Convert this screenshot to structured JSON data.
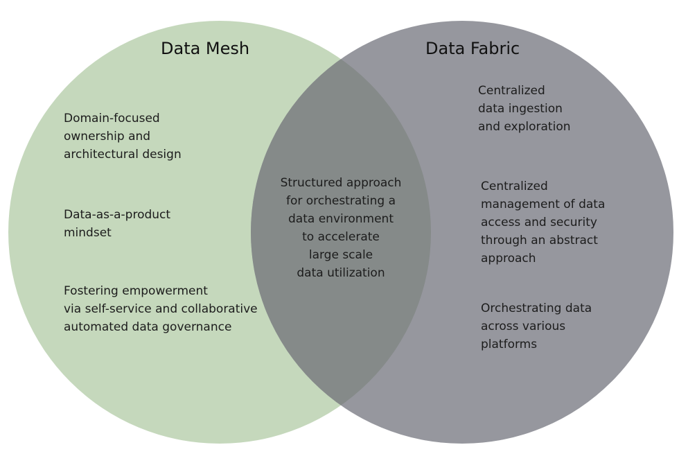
{
  "diagram": {
    "colors": {
      "left_circle": "#c5d8bc",
      "right_circle": "#96979e",
      "overlap": "#858a89"
    },
    "left_set": {
      "title": "Data Mesh",
      "items": [
        "Domain-focused\nownership and\narchitectural design",
        "Data-as-a-product\n        mindset",
        "Fostering empowerment\nvia self-service and collaborative\nautomated data governance"
      ]
    },
    "right_set": {
      "title": "Data Fabric",
      "items": [
        "Centralized\ndata ingestion\nand exploration",
        "Centralized\nmanagement of data\naccess and security\nthrough an abstract\napproach",
        "Orchestrating data\nacross various\nplatforms"
      ]
    },
    "intersection": {
      "text": "Structured approach\nfor orchestrating a\ndata environment\nto accelerate\nlarge scale\ndata utilization"
    }
  }
}
